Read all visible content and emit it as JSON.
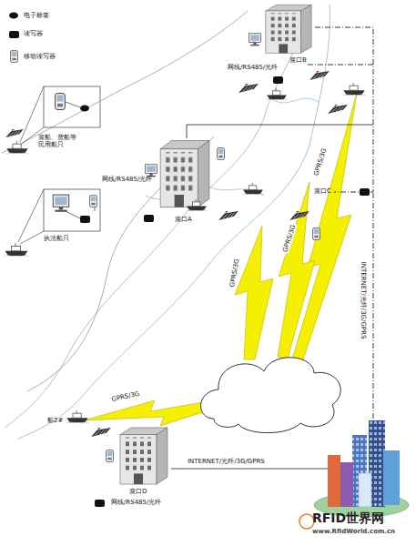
{
  "diagram": {
    "nodes": [
      {
        "text": [
          "网线/RS485/光纤",
          "渡口B"
        ]
      },
      {
        "text": [
          "网线/RS485/光纤",
          "渡口A"
        ]
      },
      {
        "text": [
          "渡口C"
        ]
      },
      {
        "text": [
          "渡口D",
          "网线/RS485/光纤"
        ]
      }
    ],
    "edges": [
      {
        "from": 0,
        "to": 2,
        "arrow": "none"
      }
    ],
    "labels": [
      "渡船、货船等民用船只",
      "执法船只",
      "INTERNET/光纤/3G/GPRS",
      "GPRS/3G",
      "GPRS/3G",
      "GPRS/3G",
      "GPRS/3G",
      "船2#",
      "INTERNET/光纤/3G/GPRS",
      "RFID世界网",
      "www.RfidWorld.com.cn"
    ],
    "legend": [
      {
        "text": "电子标签"
      },
      {
        "text": "读写器"
      },
      {
        "text": "移动读写器"
      }
    ]
  }
}
